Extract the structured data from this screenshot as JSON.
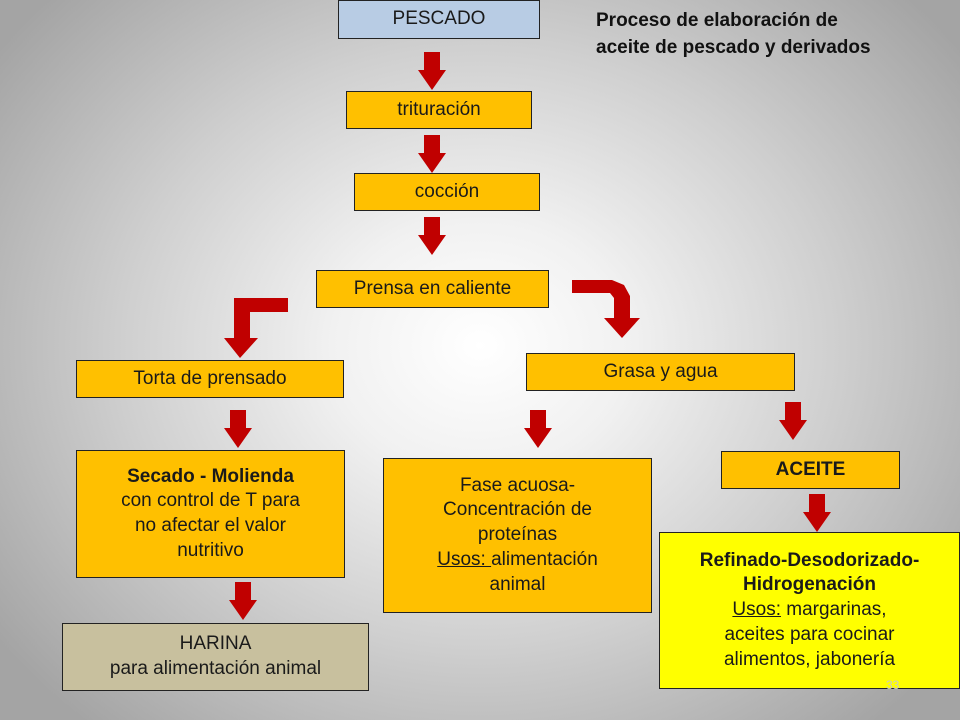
{
  "title": {
    "line1": "Proceso de elaboración de",
    "line2": "aceite de pescado y derivados"
  },
  "colors": {
    "arrow": "#c00000",
    "box_orange": "#ffc000",
    "box_blue": "#b8cce4",
    "box_tan": "#c8c09e",
    "box_yellow": "#ffff00"
  },
  "nodes": {
    "pescado": "PESCADO",
    "trituracion": "trituración",
    "coccion": "cocción",
    "prensa": "Prensa en caliente",
    "torta": "Torta de prensado",
    "grasa": "Grasa y agua",
    "secado": {
      "line1": "Secado - Molienda",
      "line2": "con control de T para",
      "line3": "no afectar el valor",
      "line4": "nutritivo"
    },
    "fase": {
      "line1": "Fase acuosa-",
      "line2": "Concentración de",
      "line3": "proteínas",
      "usos_label": "Usos: ",
      "usos_text": "alimentación",
      "line5": "animal"
    },
    "aceite": "ACEITE",
    "harina": {
      "line1": "HARINA",
      "line2": "para  alimentación animal"
    },
    "refinado": {
      "line1": "Refinado-Desodorizado-",
      "line2": "Hidrogenación",
      "usos_label": "Usos:",
      "usos_text": "  margarinas,",
      "line4": "aceites para cocinar",
      "line5": "alimentos, jabonería"
    }
  },
  "page_number": "33"
}
